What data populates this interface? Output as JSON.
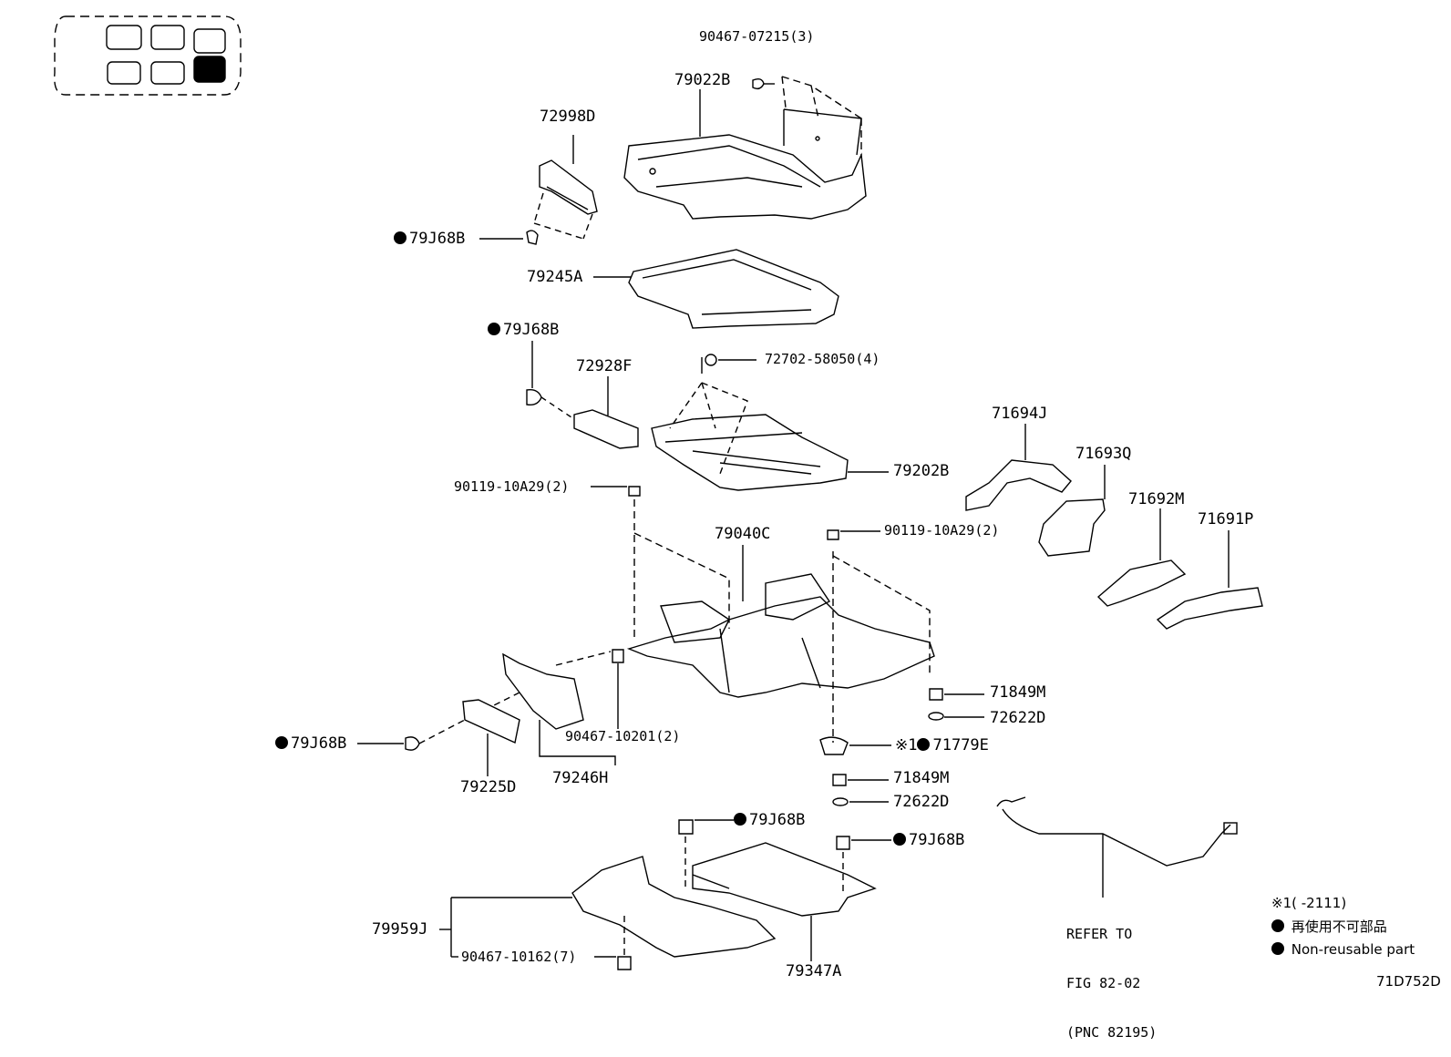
{
  "diagram_code": "71D752D",
  "parts": {
    "p_90467_07215": "90467-07215(3)",
    "p_79022B": "79022B",
    "p_72998D": "72998D",
    "p_79J68B_a": "79J68B",
    "p_79245A": "79245A",
    "p_79J68B_b": "79J68B",
    "p_72928F": "72928F",
    "p_72702_58050": "72702-58050(4)",
    "p_79202B": "79202B",
    "p_90119_10A29_a": "90119-10A29(2)",
    "p_90119_10A29_b": "90119-10A29(2)",
    "p_79040C": "79040C",
    "p_71694J": "71694J",
    "p_71693Q": "71693Q",
    "p_71692M": "71692M",
    "p_71691P": "71691P",
    "p_71849M_a": "71849M",
    "p_72622D_a": "72622D",
    "p_71779E": "71779E",
    "p_71779E_prefix": "※1",
    "p_71849M_b": "71849M",
    "p_72622D_b": "72622D",
    "p_79J68B_c": "79J68B",
    "p_90467_10201": "90467-10201(2)",
    "p_79225D": "79225D",
    "p_79246H": "79246H",
    "p_79J68B_d": "79J68B",
    "p_79J68B_e": "79J68B",
    "p_79959J": "79959J",
    "p_90467_10162": "90467-10162(7)",
    "p_79347A": "79347A"
  },
  "refer": {
    "line1": "REFER TO",
    "line2": "FIG 82-02",
    "line3": "(PNC 82195)"
  },
  "legend": {
    "note1": "※1(      -2111)",
    "reuse_jp": "再使用不可部品",
    "reuse_en": "Non-reusable part"
  },
  "seat_map": {
    "highlighted_cell": "lower-right"
  }
}
